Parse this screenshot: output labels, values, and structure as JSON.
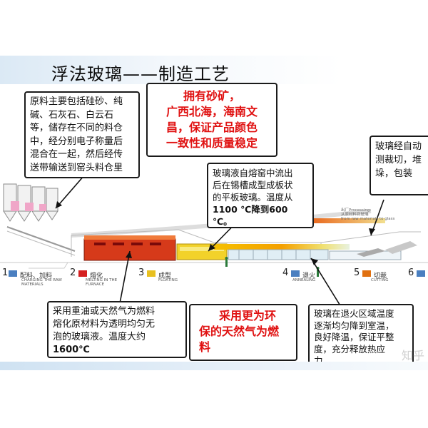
{
  "title": "浮法玻璃——制造工艺",
  "callouts": {
    "raw_materials": [
      "原料主要包括硅砂、纯",
      "碱、石灰石、白云石",
      "等，储存在不同的料仓",
      "中，经分别电子称量后",
      "混合在一起，然后经传",
      "送带输送到窑头料仓里"
    ],
    "sources": [
      "拥有砂矿，",
      "广西北海，海南文",
      "昌，保证产品颜色",
      "一致性和质量稳定"
    ],
    "tin_bath": [
      "玻璃液自熔窑中流出",
      "后在锡槽成型成板状",
      "的平板玻璃。温度从",
      "1100 ℃降到600",
      "℃。"
    ],
    "cutting": [
      "玻璃经自动",
      "测裁切，堆",
      "垛，包装"
    ],
    "furnace": [
      "采用重油或天然气为燃料",
      "熔化原材料为透明均匀无",
      "泡的玻璃液。温度大约",
      "1600℃"
    ],
    "fuel": [
      "采用更为环",
      "保的天然气为燃",
      "料"
    ],
    "annealing": [
      "玻璃在退火区域温度",
      "逐渐均匀降到室温，",
      "良好降温，保证平整",
      "度，充分释放热应",
      "力。"
    ]
  },
  "stages": [
    {
      "number": "1",
      "cn": "配料、加料",
      "en": "CHARGING THE RAW MATERIALS",
      "color": "#4a7fc0"
    },
    {
      "number": "2",
      "cn": "熔化",
      "en": "MELTING IN THE FURNACE",
      "color": "#d42020"
    },
    {
      "number": "3",
      "cn": "成型",
      "en": "FLOATING",
      "color": "#e8c020"
    },
    {
      "number": "4",
      "cn": "退火",
      "en": "ANNEALING",
      "color": "#4a7fc0"
    },
    {
      "number": "5",
      "cn": "切裁",
      "en": "CUTTING",
      "color": "#e07010"
    },
    {
      "number": "6",
      "cn": "",
      "en": "",
      "color": "#4a7fc0"
    }
  ],
  "transfer_label": [
    "出厂Processing:",
    "从原材料到玻璃",
    "from raw materials to glass"
  ],
  "watermark": "知乎"
}
